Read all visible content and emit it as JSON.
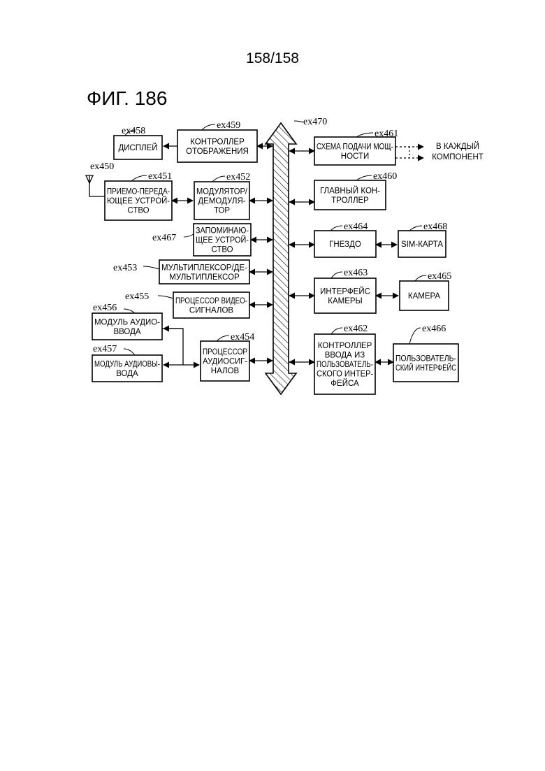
{
  "page_number": "158/158",
  "figure_title": "ФИГ. 186",
  "bus": {
    "ref": "ex470"
  },
  "antenna": {
    "ref": "ex450"
  },
  "blocks": {
    "display": {
      "ref": "ex458",
      "lines": [
        "ДИСПЛЕЙ"
      ]
    },
    "display_controller": {
      "ref": "ex459",
      "lines": [
        "КОНТРОЛЛЕР",
        "ОТОБРАЖЕНИЯ"
      ]
    },
    "transceiver": {
      "ref": "ex451",
      "lines": [
        "ПРИЕМО-ПЕРЕДА-",
        "ЮЩЕЕ УСТРОЙ-",
        "СТВО"
      ]
    },
    "modem": {
      "ref": "ex452",
      "lines": [
        "МОДУЛЯТОР/",
        "ДЕМОДУЛЯ-",
        "ТОР"
      ]
    },
    "memory": {
      "ref": "ex467",
      "lines": [
        "ЗАПОМИНАЮ-",
        "ЩЕЕ УСТРОЙ-",
        "СТВО"
      ]
    },
    "multiplexer": {
      "ref": "ex453",
      "lines": [
        "МУЛЬТИПЛЕКСОР/ДЕ-",
        "МУЛЬТИПЛЕКСОР"
      ]
    },
    "video_processor": {
      "ref": "ex455",
      "lines": [
        "ПРОЦЕССОР ВИДЕО-",
        "СИГНАЛОВ"
      ]
    },
    "audio_input": {
      "ref": "ex456",
      "lines": [
        "МОДУЛЬ АУДИО-",
        "ВВОДА"
      ]
    },
    "audio_output": {
      "ref": "ex457",
      "lines": [
        "МОДУЛЬ АУДИОВЫ-",
        "ВОДА"
      ]
    },
    "audio_processor": {
      "ref": "ex454",
      "lines": [
        "ПРОЦЕССОР",
        "АУДИОСИГ-",
        "НАЛОВ"
      ]
    },
    "power_supply": {
      "ref": "ex461",
      "lines": [
        "СХЕМА ПОДАЧИ МОЩ-",
        "НОСТИ"
      ]
    },
    "main_controller": {
      "ref": "ex460",
      "lines": [
        "ГЛАВНЫЙ КОН-",
        "ТРОЛЛЕР"
      ]
    },
    "slot": {
      "ref": "ex464",
      "lines": [
        "ГНЕЗДО"
      ]
    },
    "sim_card": {
      "ref": "ex468",
      "lines": [
        "SIM-КАРТА"
      ]
    },
    "camera_interface": {
      "ref": "ex463",
      "lines": [
        "ИНТЕРФЕЙС",
        "КАМЕРЫ"
      ]
    },
    "camera": {
      "ref": "ex465",
      "lines": [
        "КАМЕРА"
      ]
    },
    "ui_input_controller": {
      "ref": "ex462",
      "lines": [
        "КОНТРОЛЛЕР",
        "ВВОДА ИЗ",
        "ПОЛЬЗОВАТЕЛЬ-",
        "СКОГО ИНТЕР-",
        "ФЕЙСА"
      ]
    },
    "user_interface": {
      "ref": "ex466",
      "lines": [
        "ПОЛЬЗОВАТЕЛЬ-",
        "СКИЙ ИНТЕРФЕЙС"
      ]
    }
  },
  "power_target": {
    "lines": [
      "В КАЖДЫЙ",
      "КОМПОНЕНТ"
    ]
  }
}
